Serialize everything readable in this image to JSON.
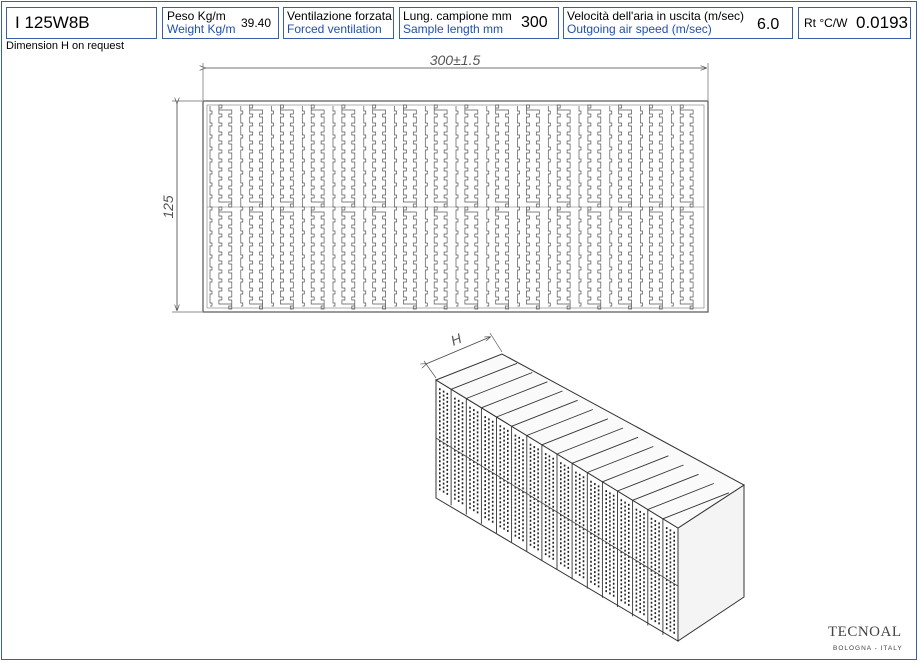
{
  "header": {
    "code": "I 125W8B",
    "weight": {
      "label_it": "Peso Kg/m",
      "label_en": "Weight Kg/m",
      "value": "39.40"
    },
    "ventilation": {
      "label_it": "Ventilazione forzata",
      "label_en": "Forced ventilation"
    },
    "length": {
      "label_it": "Lung. campione mm",
      "label_en": "Sample length mm",
      "value": "300"
    },
    "airspeed": {
      "label_it": "Velocità dell'aria in uscita (m/sec)",
      "label_en": "Outgoing air speed (m/sec)",
      "value": "6.0"
    },
    "rt": {
      "label": "Rt °C/W",
      "value": "0.0193"
    }
  },
  "note": "Dimension H on request",
  "drawing": {
    "width_dim": "300±1.5",
    "height_dim": "125",
    "h_label": "H",
    "front_slots": 16,
    "iso_fins": 16
  },
  "logo": {
    "brand": "TECNOAL",
    "subtitle": "BOLOGNA - ITALY"
  },
  "colors": {
    "border": "#3a5fa8",
    "english_text": "#1f4fb0",
    "drawing": "#555555"
  }
}
